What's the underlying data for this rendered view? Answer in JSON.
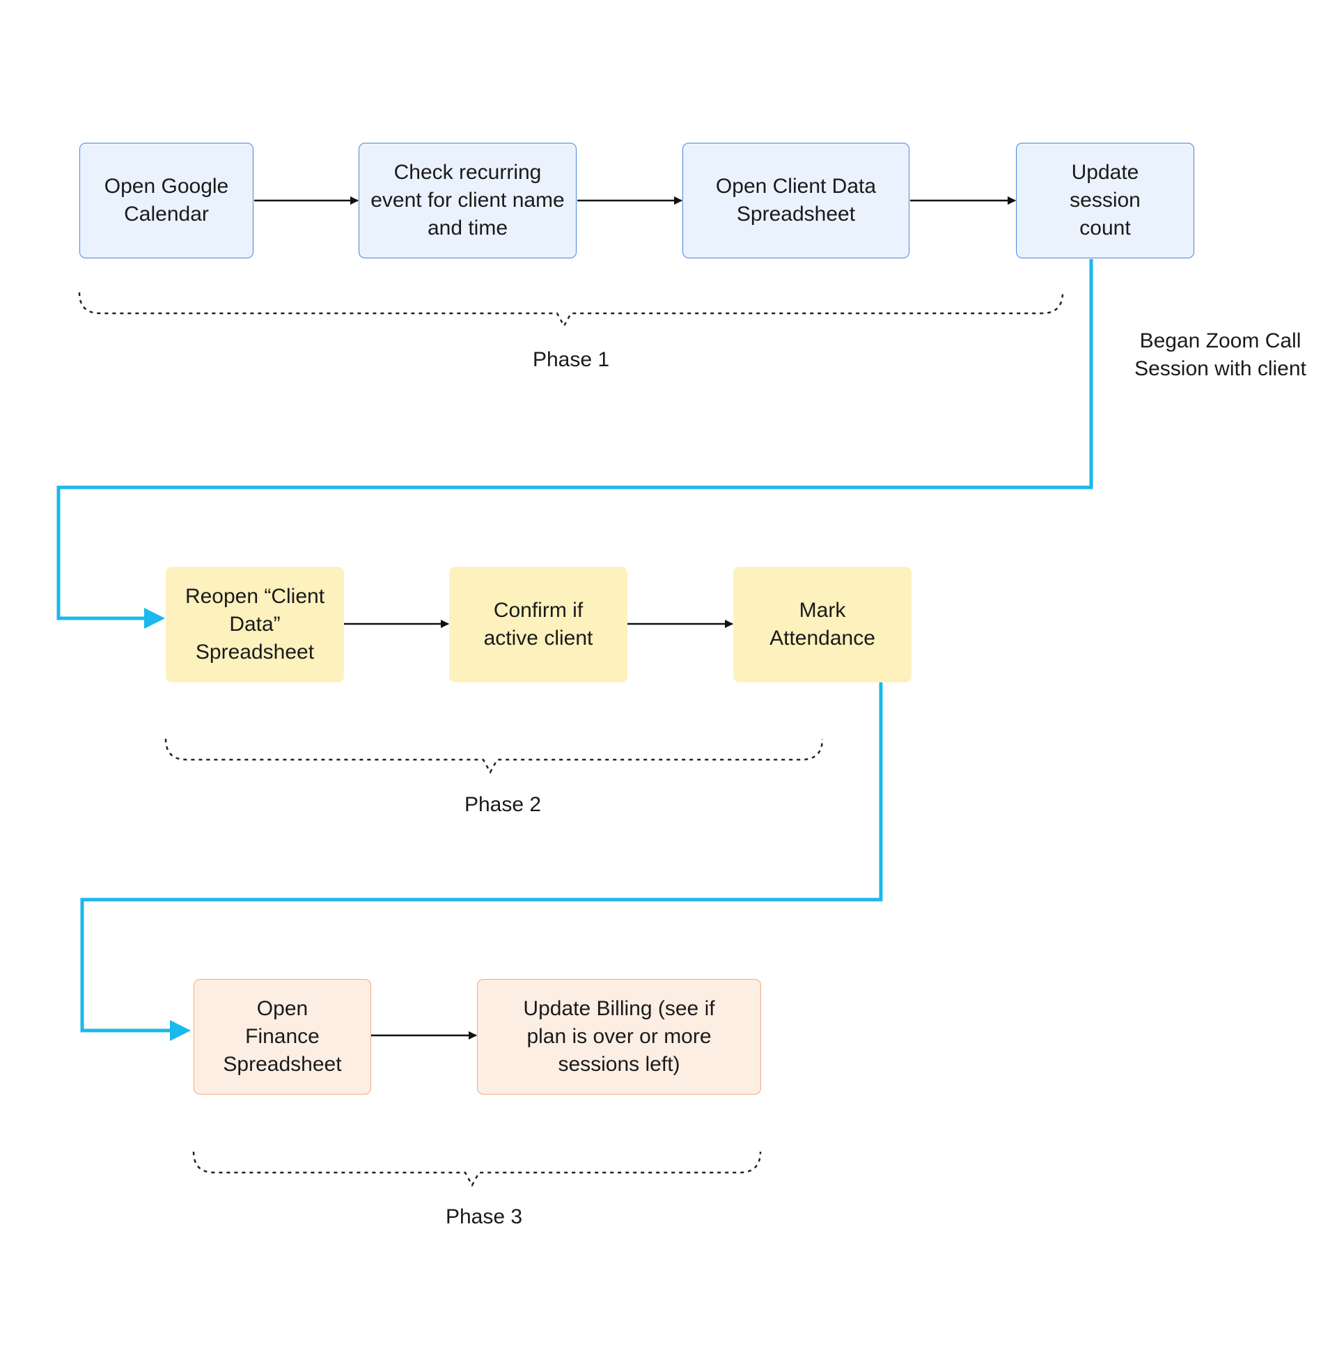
{
  "phase1": {
    "label": "Phase 1",
    "steps": [
      "Open Google Calendar",
      "Check recurring event for client name and time",
      "Open Client Data Spreadsheet",
      "Update session count"
    ]
  },
  "transition1": {
    "label": "Began Zoom Call Session with client"
  },
  "phase2": {
    "label": "Phase 2",
    "steps": [
      "Reopen “Client Data” Spreadsheet",
      "Confirm if active client",
      "Mark Attendance"
    ]
  },
  "phase3": {
    "label": "Phase 3",
    "steps": [
      "Open Finance Spreadsheet",
      "Update Billing (see if plan is over or more sessions left)"
    ]
  },
  "colors": {
    "flow_line": "#1ab8ec",
    "arrow": "#111111",
    "phase1_fill": "#eaf2fe",
    "phase1_border": "#4d84d8",
    "phase2_fill": "#fdf1bd",
    "phase3_fill": "#fdeee4",
    "phase3_border": "#f2a982"
  }
}
